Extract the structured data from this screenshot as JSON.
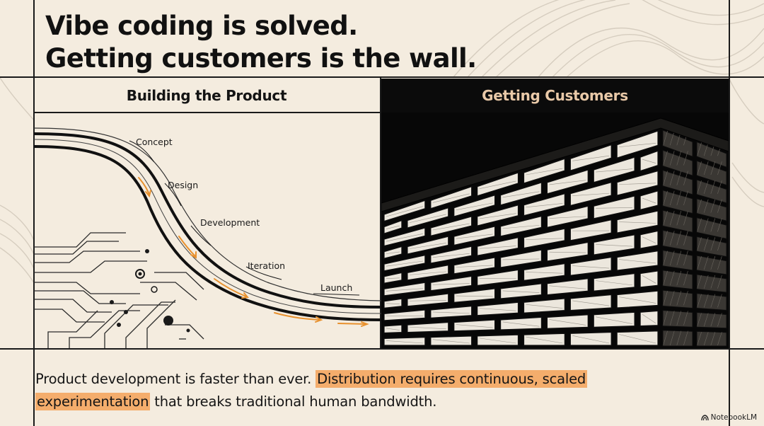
{
  "title": {
    "line1": "Vibe coding is solved.",
    "line2": "Getting customers is the wall."
  },
  "panels": {
    "left_header": "Building the Product",
    "right_header": "Getting Customers"
  },
  "stages": [
    "Concept",
    "Design",
    "Development",
    "Iteration",
    "Launch"
  ],
  "caption": {
    "part1": "Product development is faster than ever. ",
    "highlight1": "Distribution requires continuous, scaled",
    "highlight2": "experimentation",
    "part2": " that breaks traditional human bandwidth."
  },
  "brand": {
    "label": "NotebookLM",
    "icon": "notebooklm-logo-icon"
  },
  "colors": {
    "background": "#f4ecdf",
    "accent": "#f4ad6c",
    "ink": "#141414",
    "header_dark": "#0b0b0b",
    "header_dark_text": "#e9c9a8",
    "arrow": "#e8912e"
  },
  "icons": [
    "circuit-traces-icon",
    "brick-wall-icon",
    "road-path-icon"
  ]
}
